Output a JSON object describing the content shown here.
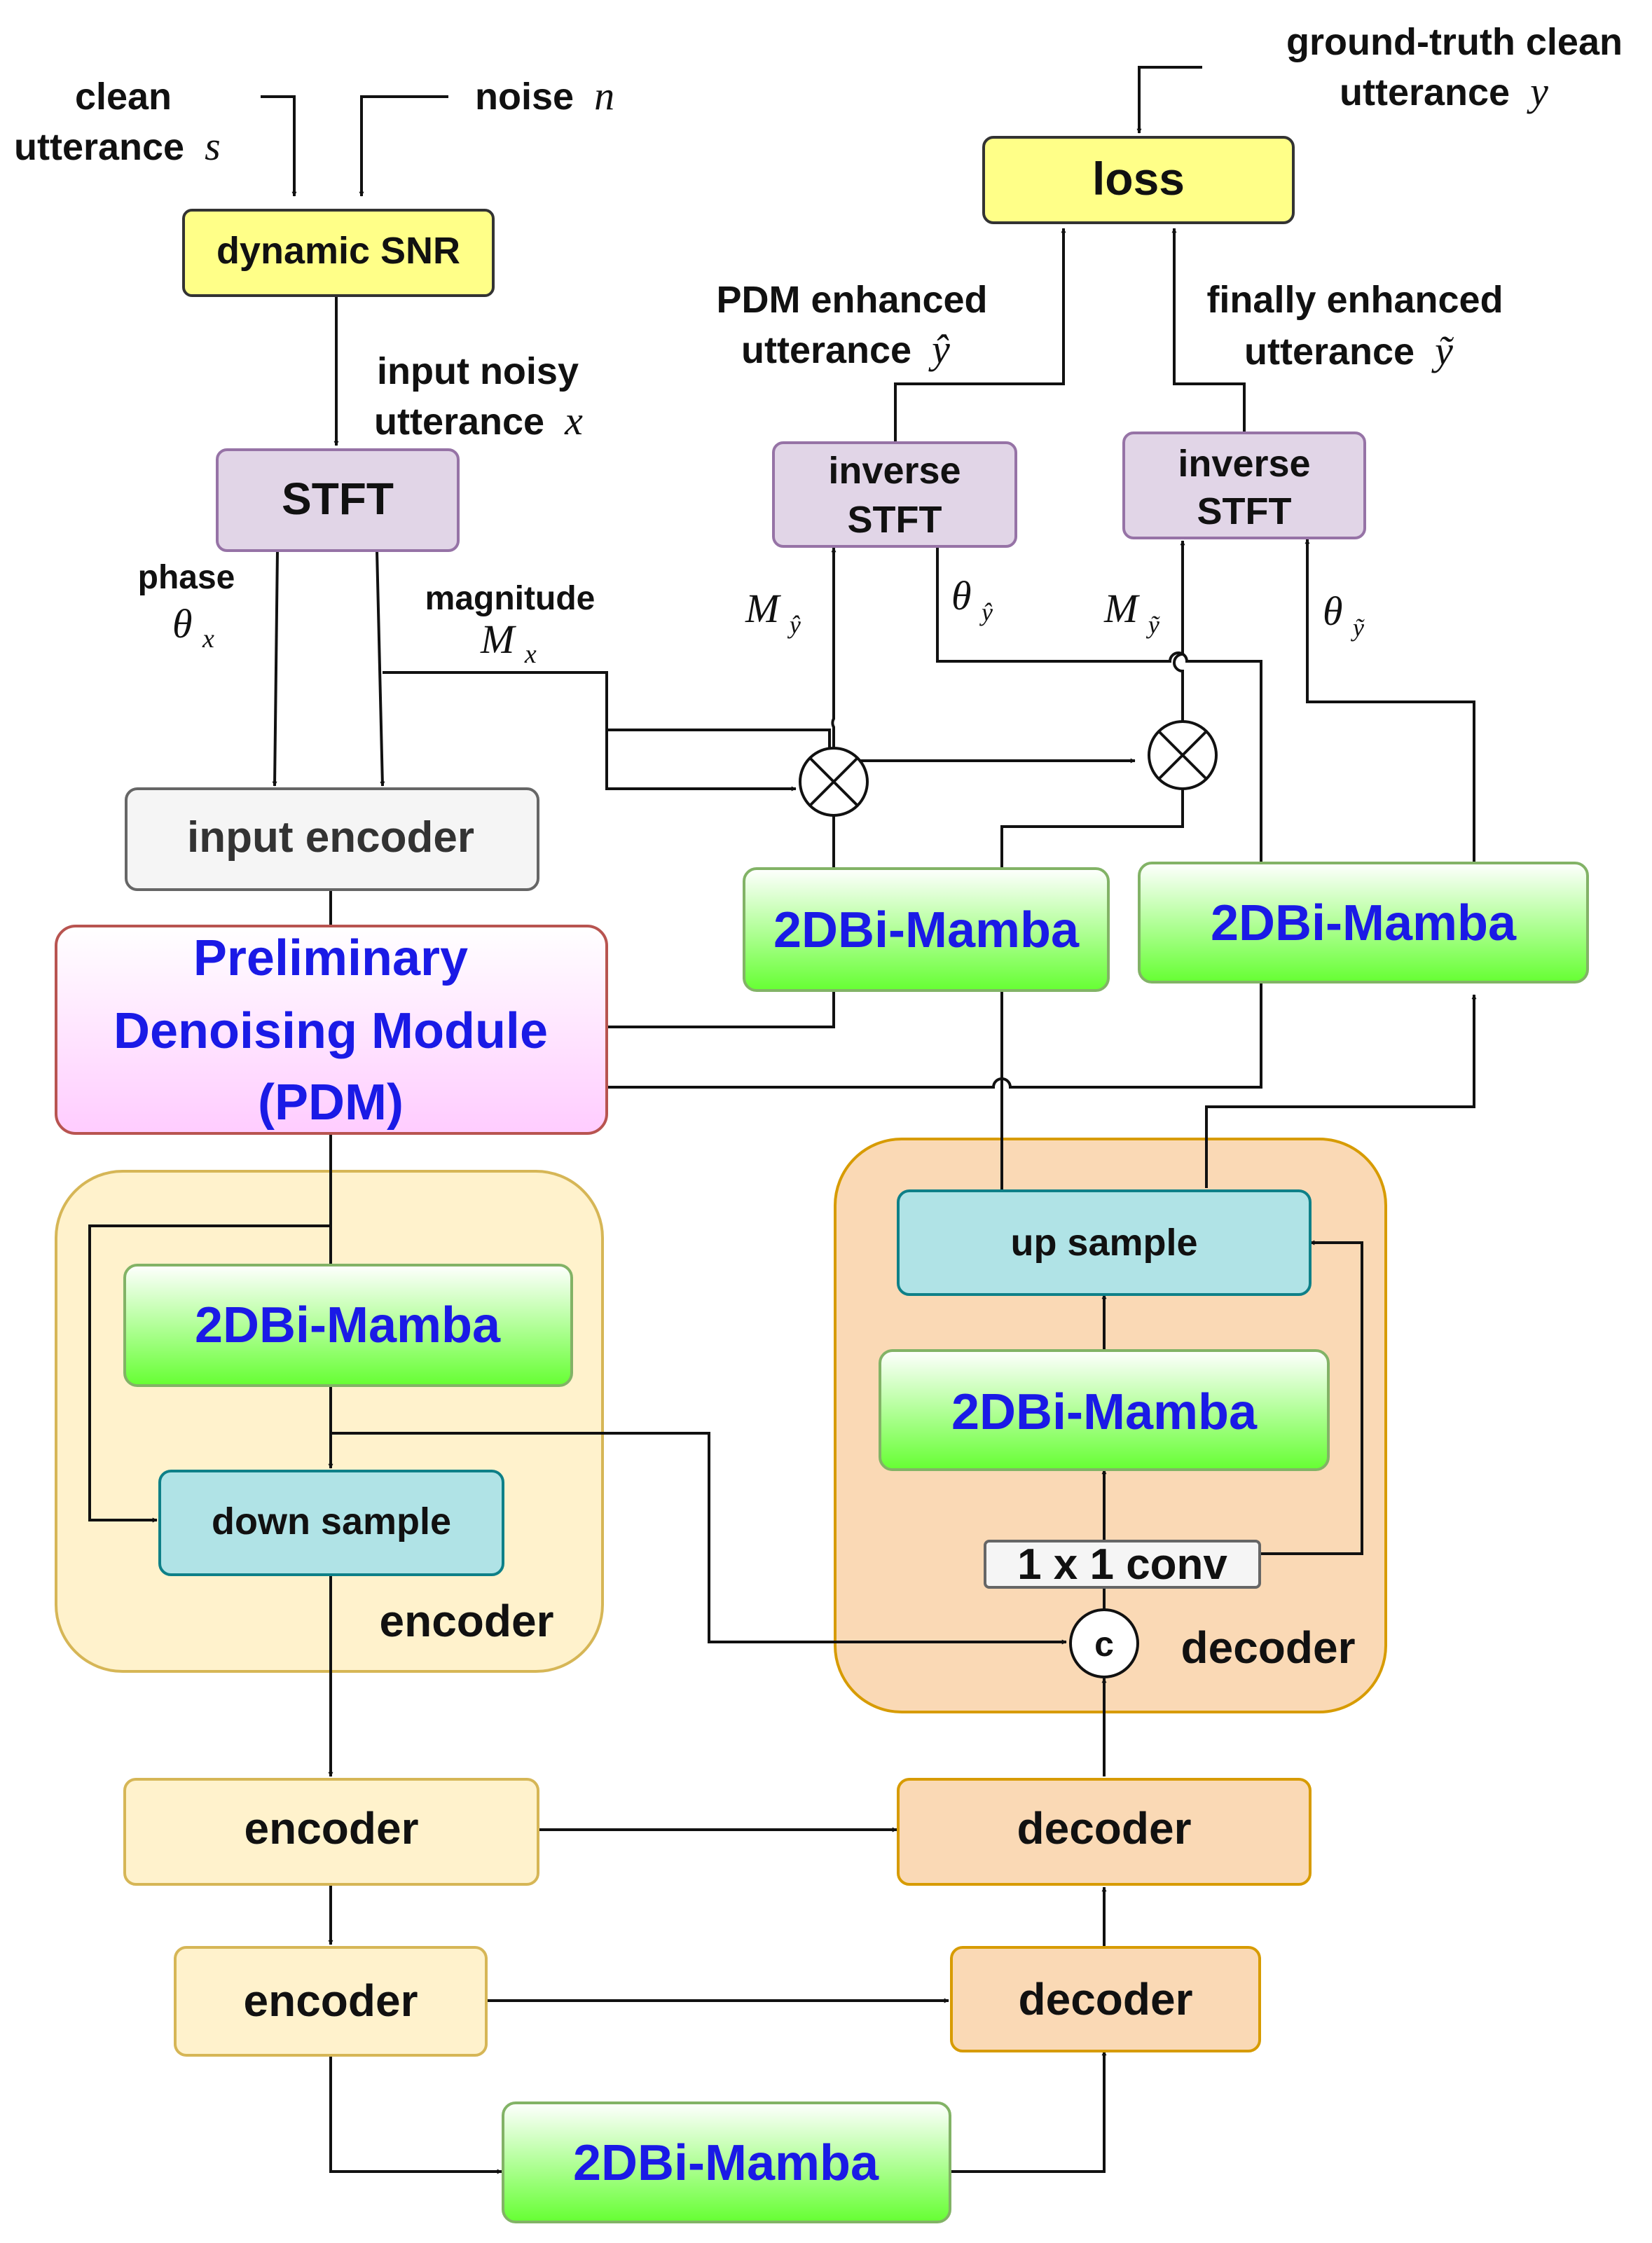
{
  "colors": {
    "yellow": "#ffff88",
    "purple": "#e1d5e7",
    "gray": "#f5f5f5",
    "green_top": "#ffffff",
    "green_bottom": "#66ff33",
    "cyan": "#b0e3e6",
    "encoder_bg": "#fff2cc",
    "decoder_bg": "#fad9b5",
    "pdm_top": "#ffffff",
    "pdm_bottom": "#ffccff",
    "blue_text": "#1a1ae6"
  },
  "inputs": {
    "clean_line1": "clean",
    "clean_line2": "utterance",
    "clean_var": "s",
    "noise_label": "noise",
    "noise_var": "n",
    "noisy_line1": "input noisy",
    "noisy_line2": "utterance",
    "noisy_var": "x",
    "gt_line1": "ground-truth clean",
    "gt_line2": "utterance",
    "gt_var": "y"
  },
  "blocks": {
    "dynamic_snr": "dynamic SNR",
    "stft": "STFT",
    "input_encoder": "input encoder",
    "pdm_line1": "Preliminary",
    "pdm_line2": "Denoising Module",
    "pdm_line3": "(PDM)",
    "mamba": "2DBi-Mamba",
    "inverse_line1": "inverse",
    "inverse_line2": "STFT",
    "loss": "loss",
    "down_sample": "down sample",
    "up_sample": "up sample",
    "conv": "1 x 1 conv",
    "concat": "c",
    "encoder": "encoder",
    "decoder": "decoder"
  },
  "labels": {
    "phase": "phase",
    "phase_math": "θ",
    "phase_sub": "x",
    "magnitude": "magnitude",
    "magnitude_math": "M",
    "magnitude_sub": "x",
    "pdm_line1": "PDM enhanced",
    "pdm_line2": "utterance",
    "pdm_var": "ŷ",
    "final_line1": "finally enhanced",
    "final_line2": "utterance",
    "final_var": "ỹ",
    "m_symbol": "M",
    "theta_symbol": "θ",
    "yhat": "ŷ",
    "ytilde": "ỹ"
  }
}
